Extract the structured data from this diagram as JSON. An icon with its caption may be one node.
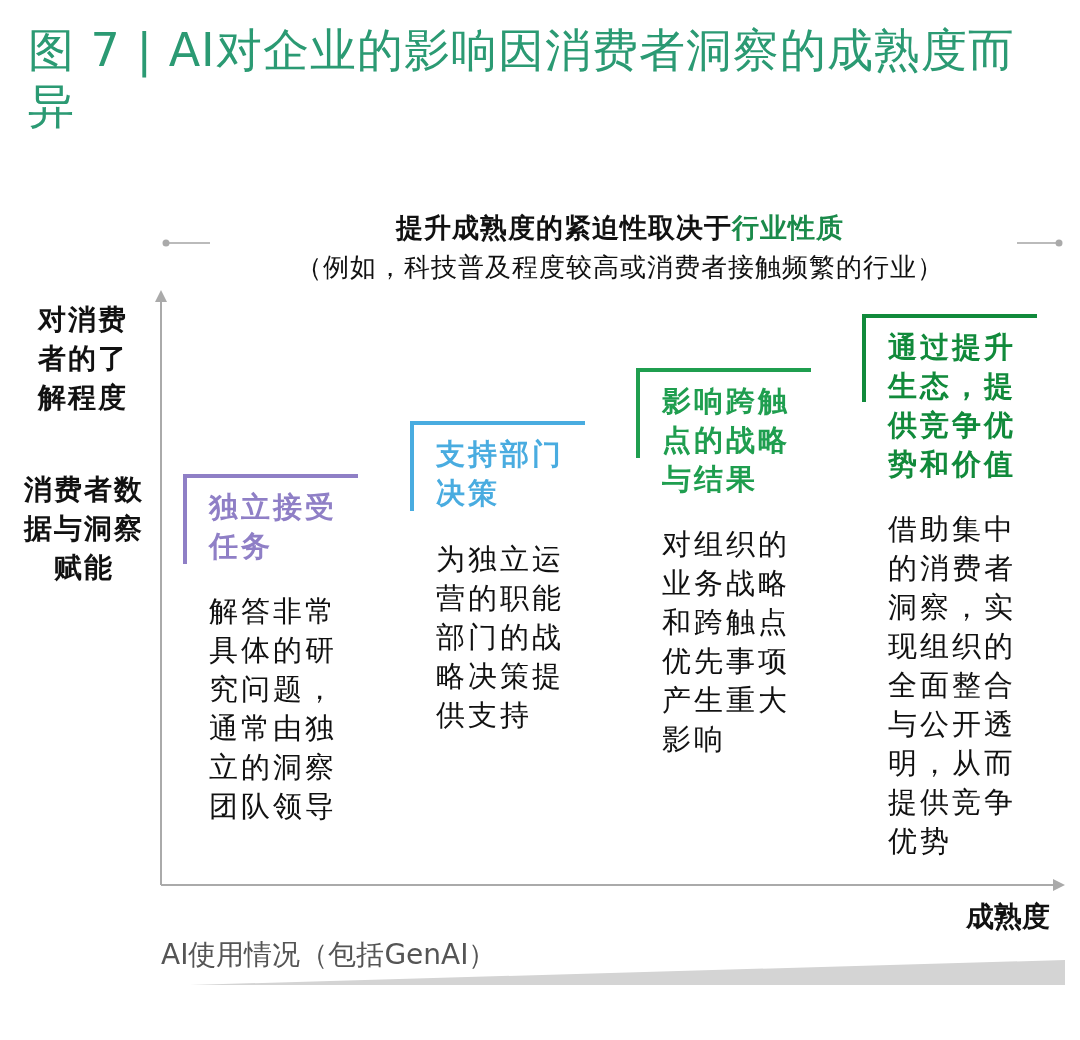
{
  "diagram": {
    "title": "图 7 | AI对企业的影响因消费者洞察的成熟度而异",
    "nodes": [
      {
        "text": [
          "独立接受任务",
          "解答非常具体的研究问题，通常由独立的洞察团队领导"
        ]
      },
      {
        "text": [
          "支持部门决策",
          "为独立运营的职能部门的战略决策提供支持"
        ]
      },
      {
        "text": [
          "影响跨触点的战略与结果",
          "对组织的业务战略和跨触点优先事项产生重大影响"
        ]
      },
      {
        "text": [
          "通过提升生态，提供竞争优势和价值",
          "借助集中的消费者洞察，实现组织的全面整合与公开透明，从而提供竞争优势"
        ]
      },
      {
        "text": [
          "AI使用情况（包括GenAI）"
        ]
      }
    ],
    "labels": [
      "提升成熟度的紧迫性取决于",
      "行业性质",
      "（例如，科技普及程度较高或消费者接触频繁的行业）",
      "对消费者的了解程度",
      "消费者数据与洞察赋能",
      "成熟度"
    ]
  }
}
